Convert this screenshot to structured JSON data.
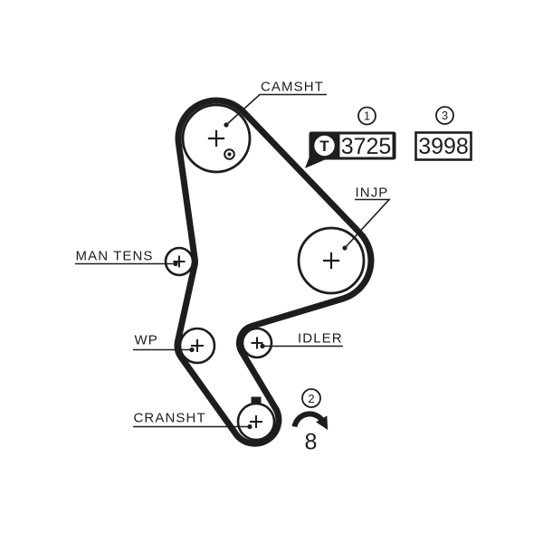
{
  "figure": {
    "type": "timing-belt-routing-diagram",
    "background_color": "#ffffff",
    "line_color": "#1d1d1b"
  },
  "labels": {
    "camshaft": "CAMSHT",
    "injection_pump": "INJP",
    "manual_tensioner": "MAN TENS",
    "water_pump": "WP",
    "idler": "IDLER",
    "crankshaft": "CRANSHT"
  },
  "callouts": {
    "c1": {
      "index": "1",
      "part_code": "3725",
      "icon": "gates-t-logo"
    },
    "c3": {
      "index": "3",
      "part_code": "3998"
    },
    "c2": {
      "index": "2",
      "value": "8",
      "icon": "clockwise-rotation-arrow"
    }
  },
  "brand": {
    "t_mark": "T"
  }
}
